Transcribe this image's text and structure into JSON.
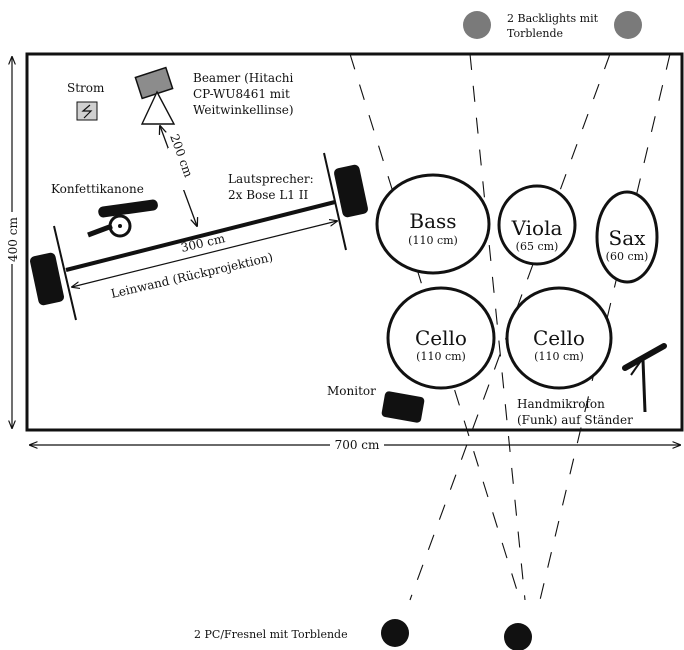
{
  "labels": {
    "backlights": [
      "2 Backlights mit",
      "Torblende"
    ],
    "strom": "Strom",
    "beamer": [
      "Beamer (Hitachi",
      "CP-WU8461 mit",
      "Weitwinkellinse)"
    ],
    "beamer_distance": "200 cm",
    "lautsprecher": [
      "Lautsprecher:",
      "2x Bose L1 II"
    ],
    "konfettikanone": "Konfettikanone",
    "screen_width": "300 cm",
    "leinwand": "Leinwand (Rückprojektion)",
    "monitor": "Monitor",
    "handmikrofon": [
      "Handmikrofon",
      "(Funk) auf Ständer"
    ],
    "stage_width": "700 cm",
    "stage_depth": "400 cm",
    "front_lights": "2 PC/Fresnel mit Torblende"
  },
  "instruments": [
    {
      "name": "Bass",
      "size": "(110 cm)"
    },
    {
      "name": "Viola",
      "size": "(65 cm)"
    },
    {
      "name": "Sax",
      "size": "(60 cm)"
    },
    {
      "name": "Cello",
      "size": "(110 cm)"
    },
    {
      "name": "Cello",
      "size": "(110 cm)"
    }
  ],
  "colors": {
    "lamp_gray": "#7a7a7a",
    "dark": "#111111",
    "beamer_fill": "#8c8c8c",
    "strom_fill": "#d0d0d0"
  }
}
